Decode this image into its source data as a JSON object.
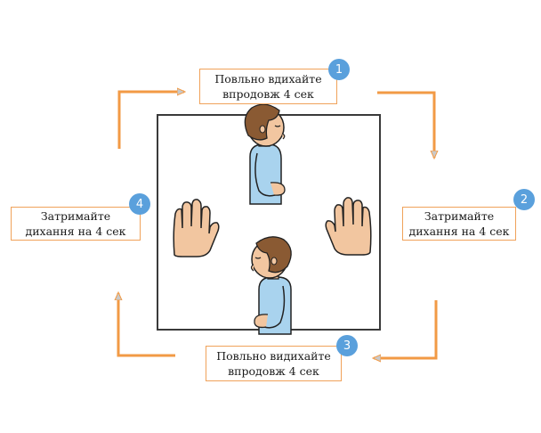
{
  "steps": [
    {
      "number": "1",
      "line1": "Повльно вдихайте",
      "line2": "впродовж 4 сек"
    },
    {
      "number": "2",
      "line1": "Затримайте",
      "line2": "дихання на 4 сек"
    },
    {
      "number": "3",
      "line1": "Повльно видихайте",
      "line2": "впродовж 4 сек"
    },
    {
      "number": "4",
      "line1": "Затримайте",
      "line2": "дихання на 4 сек"
    }
  ],
  "icons": {
    "inhale_figure": "child-inhaling-icon",
    "exhale_figure": "child-exhaling-icon",
    "left_hand": "open-hand-icon",
    "right_hand": "open-hand-icon",
    "arrow": "orange-arrow-icon"
  },
  "colors": {
    "arrow": "#f29a45",
    "arrow_head": "#c9c9c9",
    "badge": "#5aa0dc",
    "box_border": "#f0a25a",
    "square": "#3a3a3a",
    "skin": "#f2c6a0",
    "hair": "#8a5a33",
    "shirt": "#a9d3ee"
  }
}
